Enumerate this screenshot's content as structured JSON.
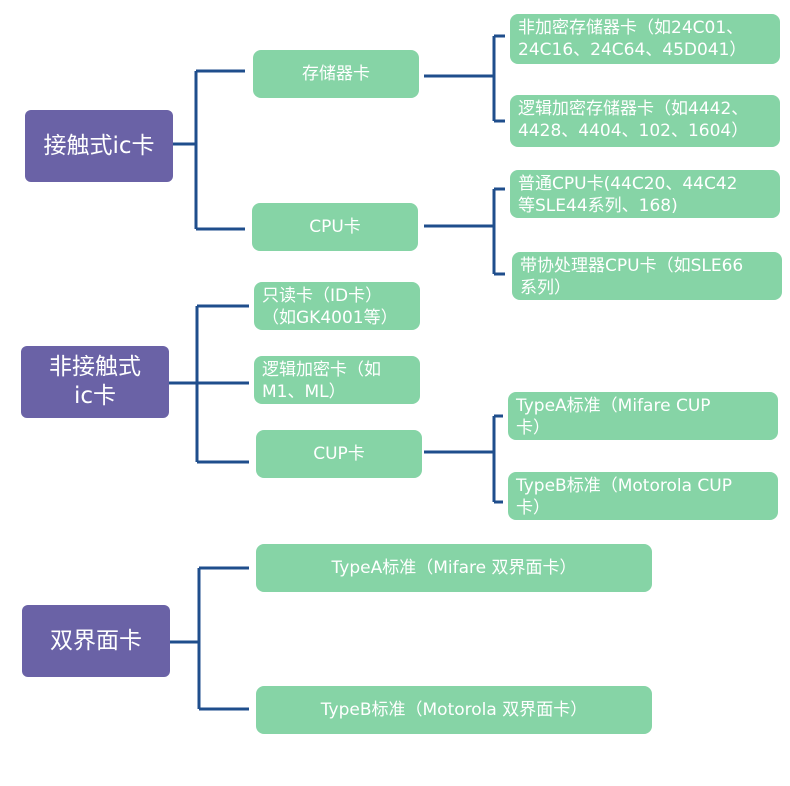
{
  "categories": [
    {
      "label": "接触式ic卡",
      "children": [
        {
          "label": "存储器卡",
          "children": [
            "非加密存储器卡（如24C01、\n24C16、24C64、45D041）",
            "逻辑加密存储器卡（如4442、\n4428、4404、102、1604）"
          ]
        },
        {
          "label": "CPU卡",
          "children": [
            "普通CPU卡(44C20、44C42\n等SLE44系列、168)",
            "带协处理器CPU卡（如SLE66\n系列）"
          ]
        }
      ]
    },
    {
      "label": "非接触式\nic卡",
      "children": [
        {
          "label": "只读卡（ID卡）\n（如GK4001等）"
        },
        {
          "label": "逻辑加密卡（如\nM1、ML）"
        },
        {
          "label": "CUP卡",
          "children": [
            "TypeA标准（Mifare CUP\n卡）",
            "TypeB标准（Motorola CUP\n卡）"
          ]
        }
      ]
    },
    {
      "label": "双界面卡",
      "children": [
        {
          "label": "TypeA标准（Mifare 双界面卡）"
        },
        {
          "label": "TypeB标准（Motorola 双界面卡）"
        }
      ]
    }
  ],
  "colors": {
    "root_fill": "#6a62a6",
    "node_fill": "#86d4a6",
    "connector": "#1f4e8c",
    "text": "#ffffff"
  }
}
